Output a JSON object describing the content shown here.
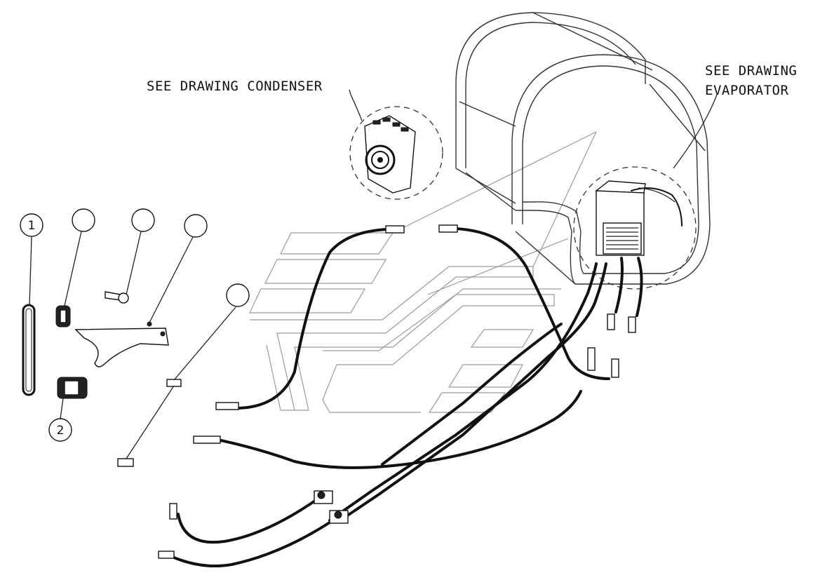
{
  "callouts": {
    "condenser": "SEE DRAWING CONDENSER",
    "evaporator_line1": "SEE DRAWING",
    "evaporator_line2": "EVAPORATOR"
  },
  "balloons": [
    {
      "id": "balloon-1",
      "label": "1"
    },
    {
      "id": "balloon-2",
      "label": "2"
    },
    {
      "id": "balloon-pulley",
      "label": ""
    },
    {
      "id": "balloon-bolt",
      "label": ""
    },
    {
      "id": "balloon-bracket",
      "label": ""
    },
    {
      "id": "balloon-tag",
      "label": ""
    }
  ],
  "colors": {
    "line": "#111111",
    "ghost_logo": "#9a9a9a",
    "background": "#ffffff"
  }
}
